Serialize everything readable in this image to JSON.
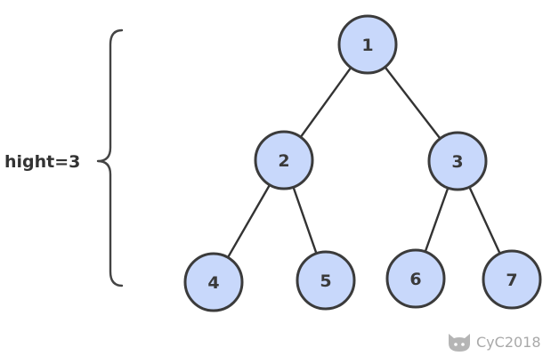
{
  "height_label": "hight=3",
  "watermark": {
    "text": "CyC2018",
    "icon": "github-cat-icon"
  },
  "colors": {
    "node_fill": "#c8d8fb",
    "node_stroke": "#3b3b3b",
    "edge": "#333333",
    "text": "#3a3a3a"
  },
  "tree": {
    "nodes": [
      {
        "id": "n1",
        "label": "1"
      },
      {
        "id": "n2",
        "label": "2"
      },
      {
        "id": "n3",
        "label": "3"
      },
      {
        "id": "n4",
        "label": "4"
      },
      {
        "id": "n5",
        "label": "5"
      },
      {
        "id": "n6",
        "label": "6"
      },
      {
        "id": "n7",
        "label": "7"
      }
    ],
    "edges": [
      {
        "from": "n1",
        "to": "n2"
      },
      {
        "from": "n1",
        "to": "n3"
      },
      {
        "from": "n2",
        "to": "n4"
      },
      {
        "from": "n2",
        "to": "n5"
      },
      {
        "from": "n3",
        "to": "n6"
      },
      {
        "from": "n3",
        "to": "n7"
      }
    ]
  }
}
